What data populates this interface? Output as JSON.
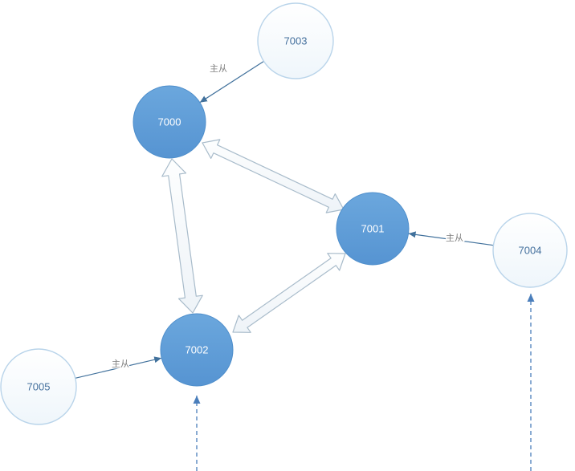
{
  "diagram": {
    "nodes": {
      "n7000": {
        "label": "7000",
        "role": "master"
      },
      "n7001": {
        "label": "7001",
        "role": "master"
      },
      "n7002": {
        "label": "7002",
        "role": "master"
      },
      "n7003": {
        "label": "7003",
        "role": "slave"
      },
      "n7004": {
        "label": "7004",
        "role": "slave"
      },
      "n7005": {
        "label": "7005",
        "role": "slave"
      }
    },
    "edge_labels": {
      "e7003_7000": "主从",
      "e7004_7001": "主从",
      "e7005_7002": "主从"
    },
    "colors": {
      "master_fill": "#5b9bd5",
      "master_label": "#ffffff",
      "replica_fill": "#f7fbfd",
      "replica_stroke": "#b9d4ea",
      "replica_label": "#44709d",
      "connector": "#41719c",
      "dashed_connector": "#4a7ebb",
      "block_arrow_fill": "#f6f9fc",
      "block_arrow_stroke": "#a9bccb",
      "edge_label_text": "#7f7f7f",
      "background": "#ffffff"
    }
  }
}
